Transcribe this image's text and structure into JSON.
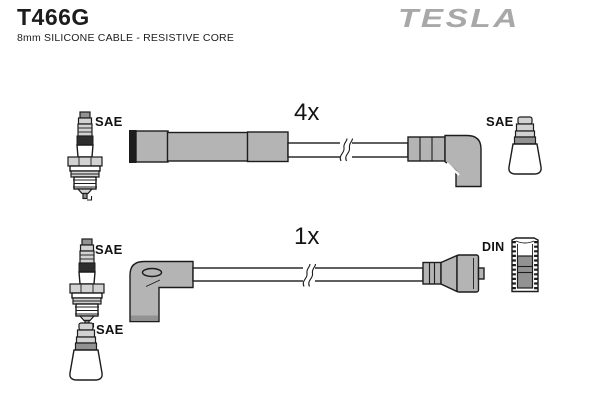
{
  "header": {
    "part_number": "T466G",
    "subtitle": "8mm SILICONE CABLE - RESISTIVE CORE",
    "brand": "TESLA"
  },
  "rows": {
    "top": {
      "quantity": "4x",
      "plug_label": "SAE",
      "terminal_label": "SAE"
    },
    "bottom": {
      "quantity": "1x",
      "plug_label": "SAE",
      "boot_label": "SAE",
      "terminal_label": "DIN"
    }
  },
  "colors": {
    "ink": "#1c1c1c",
    "boot_gray": "#b4b4b4",
    "dark_gray": "#929292",
    "light_gray": "#d2d2d2",
    "logo_gray": "#a8a8a8"
  }
}
